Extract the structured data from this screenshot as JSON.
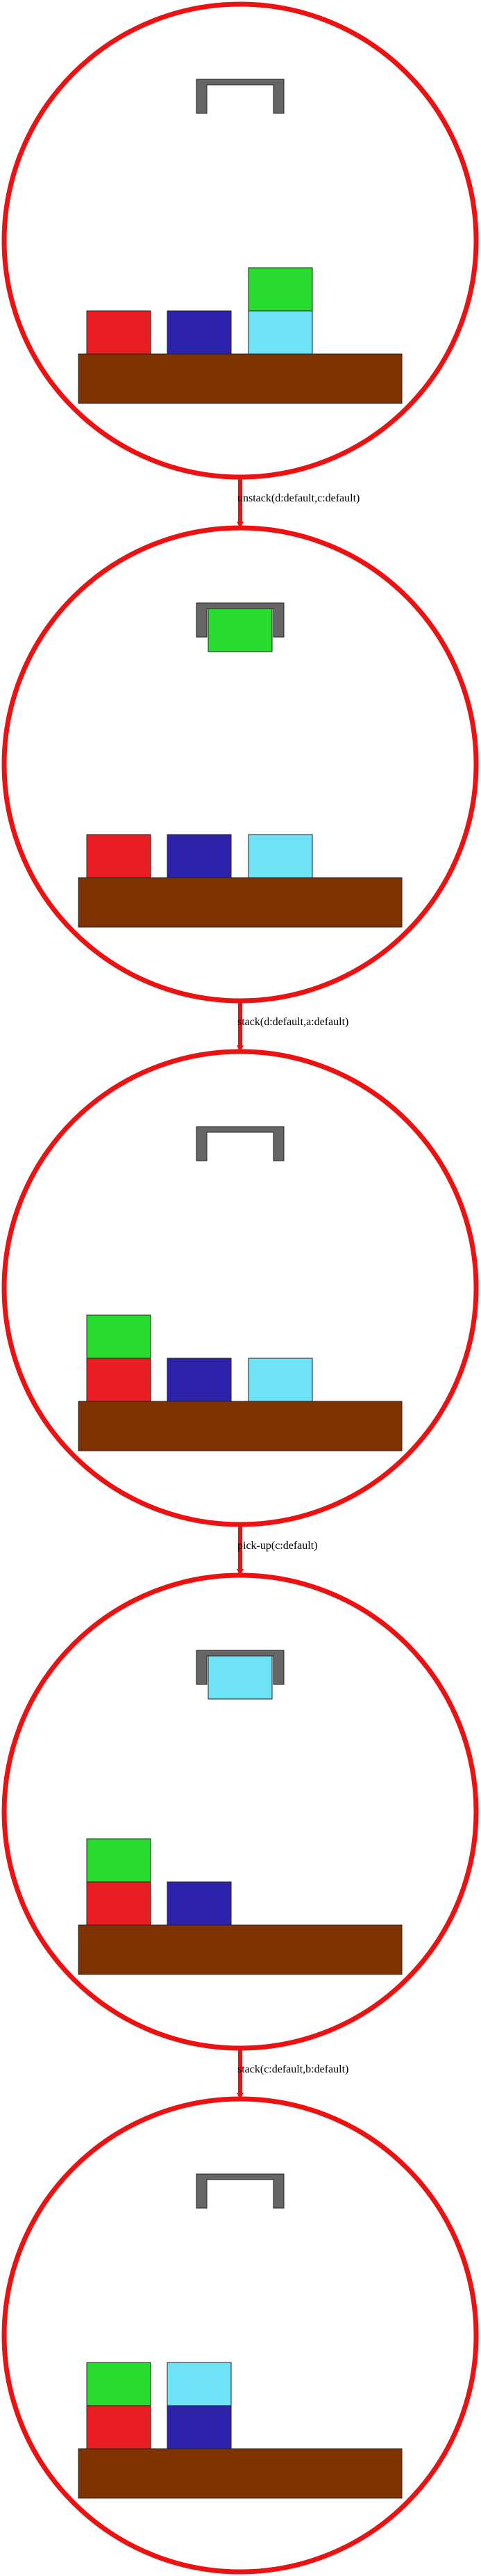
{
  "colors": {
    "ring": "#ee1111",
    "table": "#7f3300",
    "gripper": "#666666",
    "block_border": "#222222",
    "a": "#e81e22",
    "b": "#2d23aa",
    "c": "#6fe3f6",
    "d": "#27dc2f"
  },
  "states": [
    {
      "columns": [
        [
          "a"
        ],
        [
          "b"
        ],
        [
          "c",
          "d"
        ]
      ],
      "holding": null
    },
    {
      "columns": [
        [
          "a"
        ],
        [
          "b"
        ],
        [
          "c"
        ]
      ],
      "holding": "d"
    },
    {
      "columns": [
        [
          "a",
          "d"
        ],
        [
          "b"
        ],
        [
          "c"
        ]
      ],
      "holding": null
    },
    {
      "columns": [
        [
          "a",
          "d"
        ],
        [
          "b"
        ],
        []
      ],
      "holding": "c"
    },
    {
      "columns": [
        [
          "a",
          "d"
        ],
        [
          "b",
          "c"
        ],
        []
      ],
      "holding": null
    }
  ],
  "actions": [
    "unstack(d:default,c:default)",
    "stack(d:default,a:default)",
    "pick-up(c:default)",
    "stack(c:default,b:default)"
  ]
}
